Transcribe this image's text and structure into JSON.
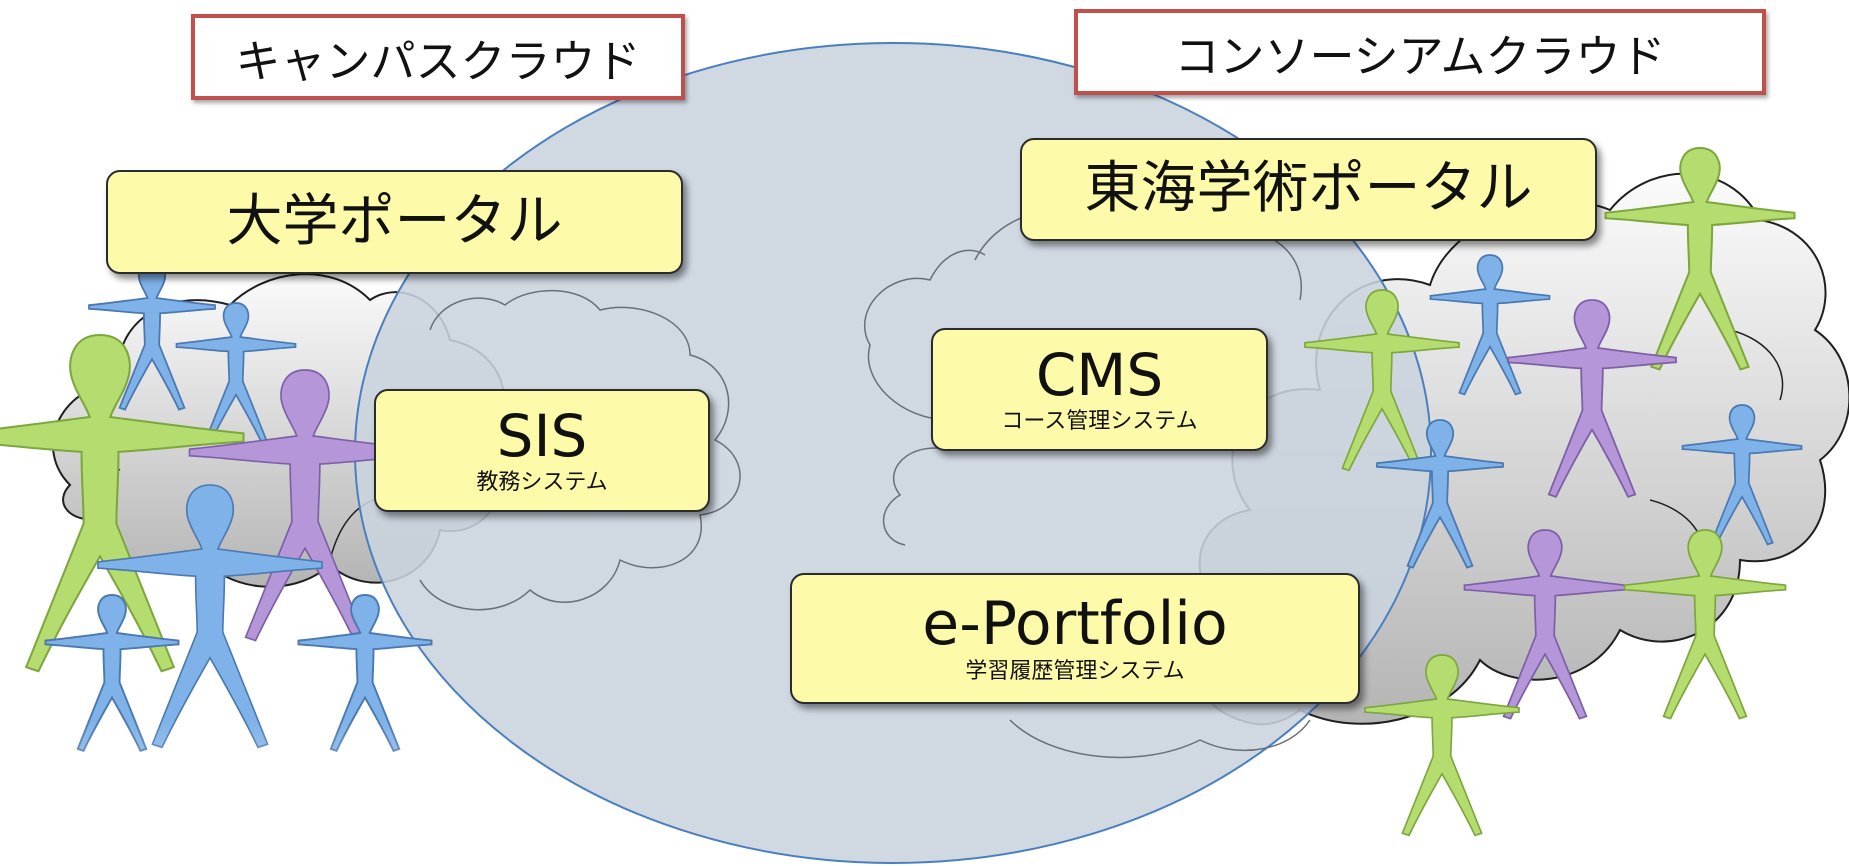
{
  "clouds": {
    "campus": "キャンパスクラウド",
    "consortium": "コンソーシアムクラウド"
  },
  "portals": {
    "university": "大学ポータル",
    "tokai": "東海学術ポータル"
  },
  "systems": {
    "sis": {
      "name": "SIS",
      "desc": "教務システム"
    },
    "cms": {
      "name": "CMS",
      "desc": "コース管理システム"
    },
    "eportfolio": {
      "name": "e-Portfolio",
      "desc": "学習履歴管理システム"
    }
  },
  "colors": {
    "label_border": "#c0504d",
    "box_fill": "#fdfaa9",
    "big_circle_fill": "#c9d3de",
    "big_circle_stroke": "#4a7fbf",
    "figure_blue": "#7fb2e8",
    "figure_green": "#b4dc6e",
    "figure_purple": "#b596d9"
  },
  "figures": [
    {
      "color": "blue",
      "icon": "person-icon"
    },
    {
      "color": "blue",
      "icon": "person-icon"
    },
    {
      "color": "green",
      "icon": "person-icon"
    },
    {
      "color": "purple",
      "icon": "person-icon"
    },
    {
      "color": "blue",
      "icon": "person-icon"
    },
    {
      "color": "blue",
      "icon": "person-icon"
    },
    {
      "color": "blue",
      "icon": "person-icon"
    },
    {
      "color": "green",
      "icon": "person-icon"
    },
    {
      "color": "blue",
      "icon": "person-icon"
    },
    {
      "color": "green",
      "icon": "person-icon"
    },
    {
      "color": "purple",
      "icon": "person-icon"
    },
    {
      "color": "blue",
      "icon": "person-icon"
    },
    {
      "color": "blue",
      "icon": "person-icon"
    },
    {
      "color": "purple",
      "icon": "person-icon"
    },
    {
      "color": "green",
      "icon": "person-icon"
    },
    {
      "color": "green",
      "icon": "person-icon"
    }
  ]
}
